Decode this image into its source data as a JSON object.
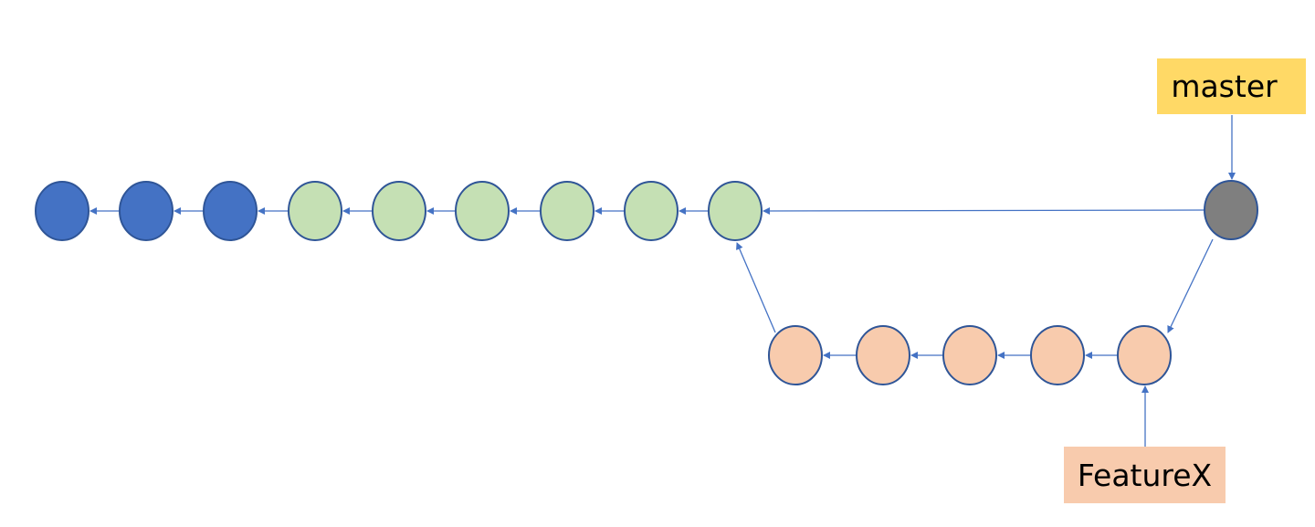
{
  "branches": {
    "master": {
      "label": "master",
      "fill": "#FFD966"
    },
    "featurex": {
      "label": "FeatureX",
      "fill": "#F8CBAD"
    }
  },
  "colors": {
    "old_commit": "#4472C4",
    "shared_commit": "#C5E0B4",
    "feature_commit": "#F8CBAD",
    "merge_commit": "#7F7F7F",
    "outline": "#2F5597",
    "arrow": "#4472C4"
  },
  "commits": {
    "old_count": 3,
    "shared_count": 6,
    "feature_count": 5,
    "merge_count": 1
  }
}
